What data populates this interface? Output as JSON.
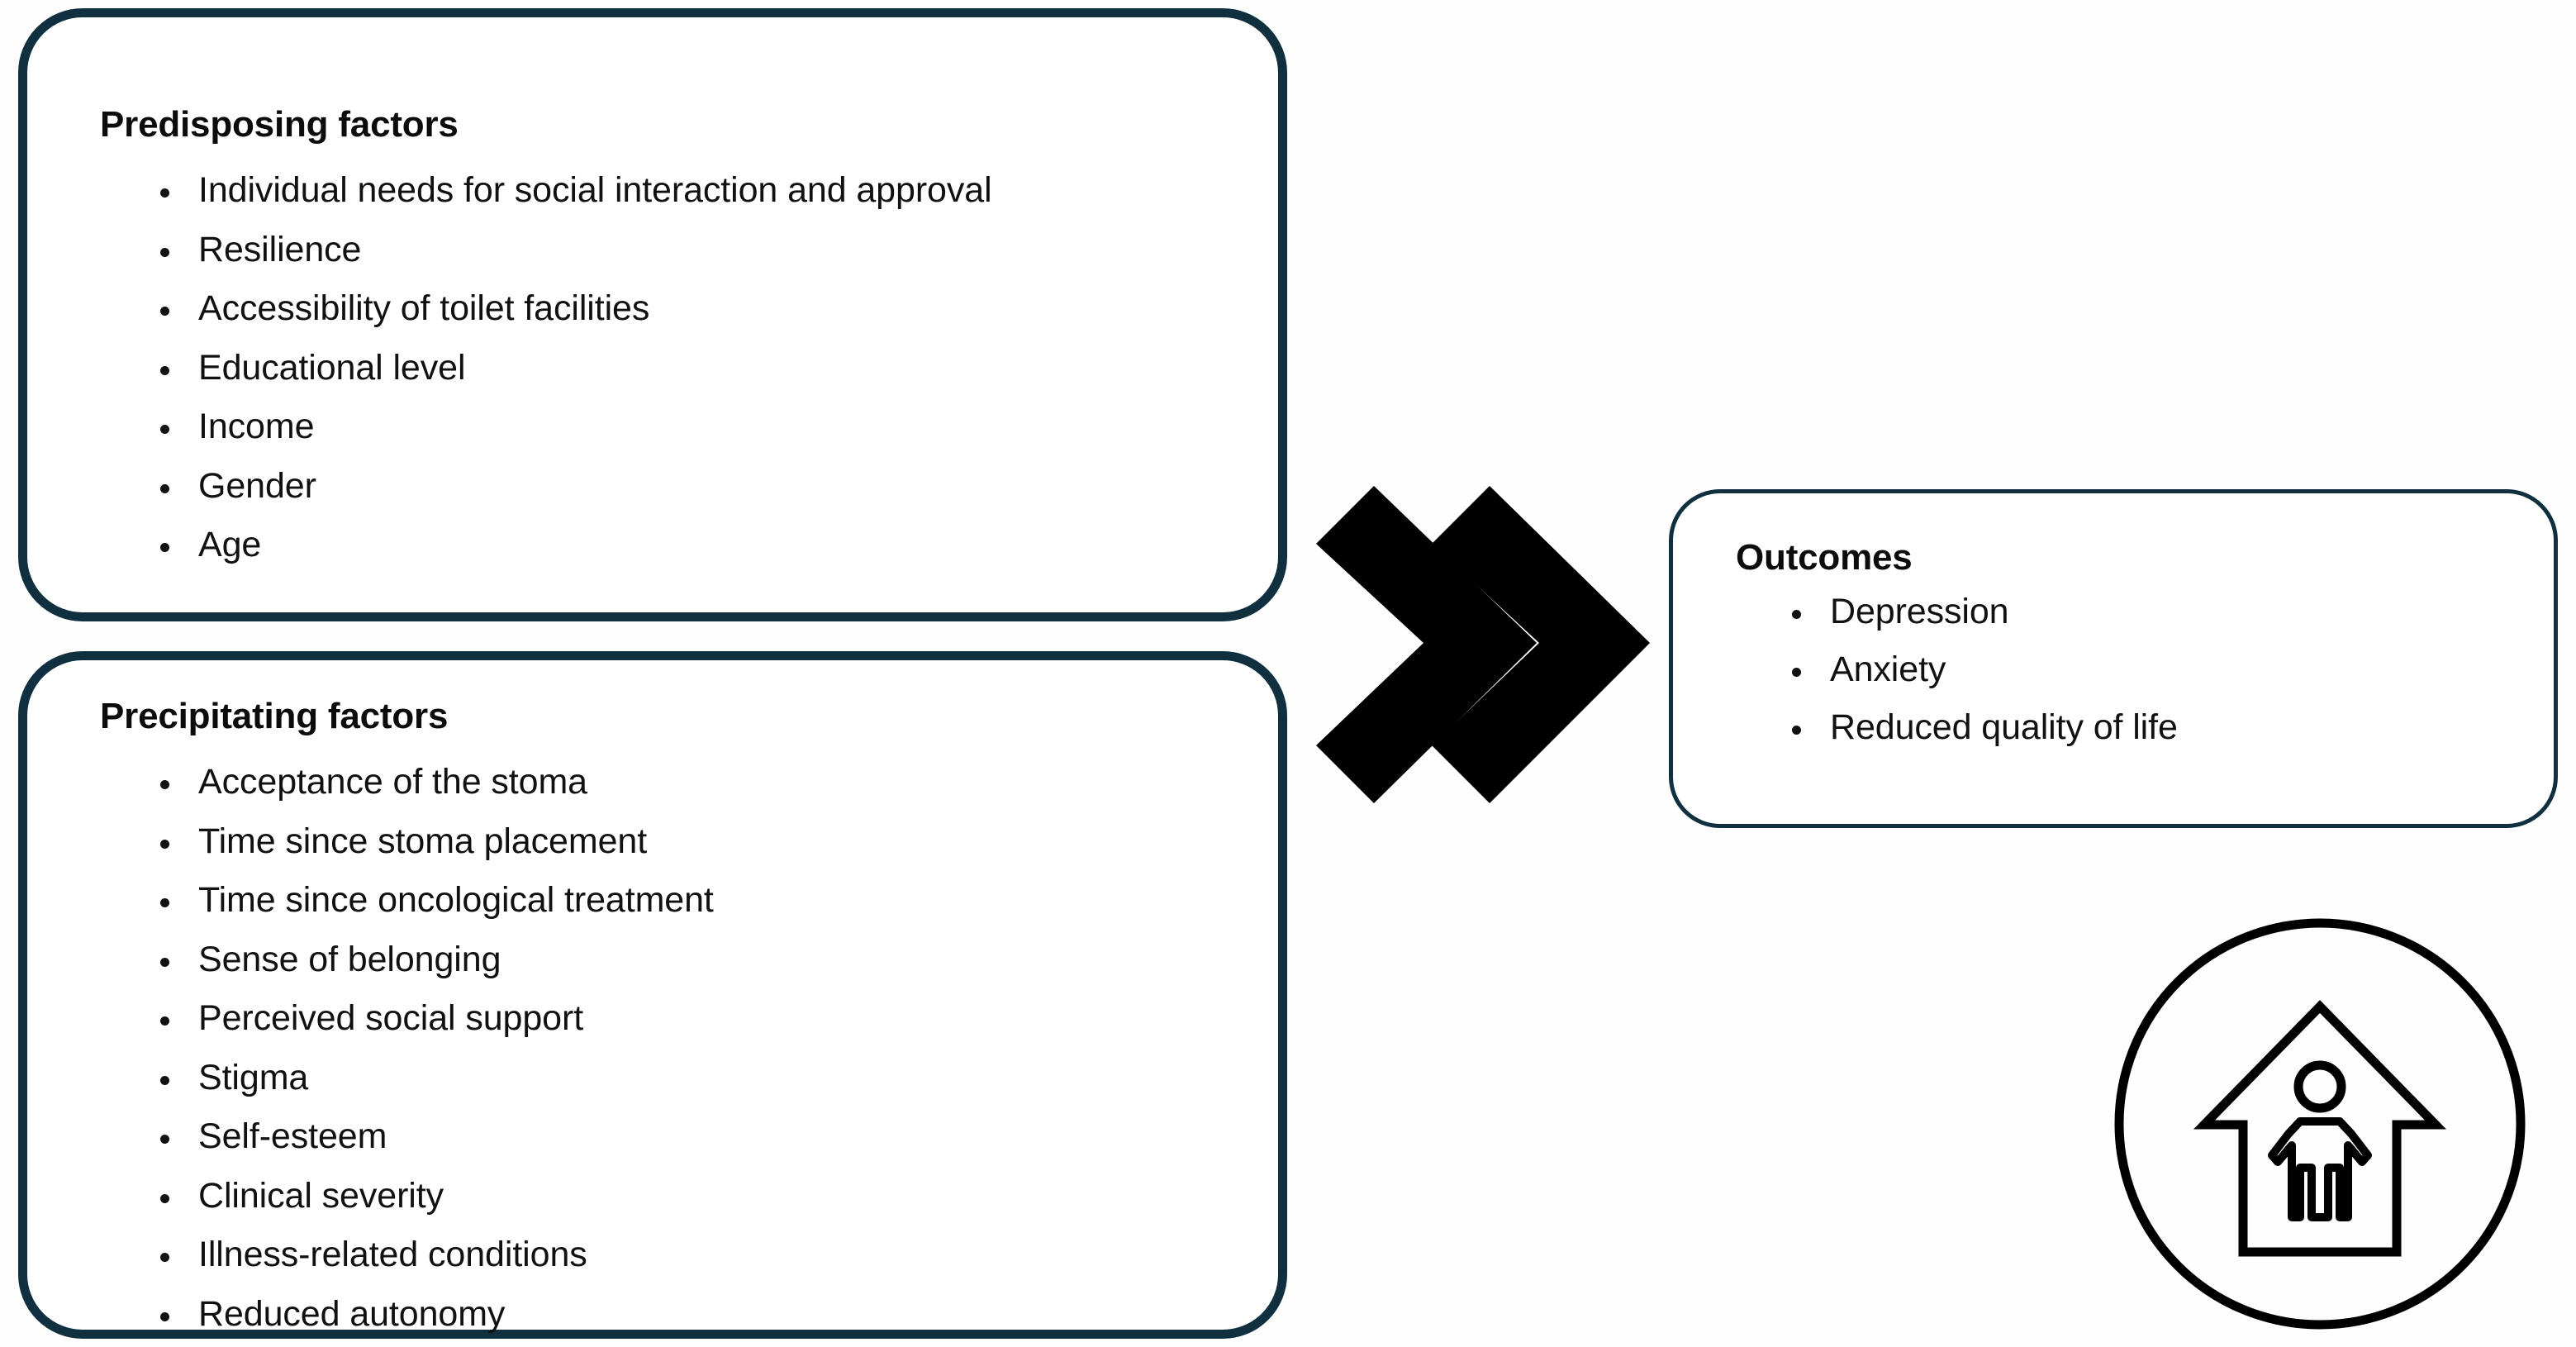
{
  "diagram": {
    "title": "Predisposing and precipitating factors leading to outcomes",
    "colors": {
      "box_border_thick": "#10303f",
      "box_border_thin": "#10303f",
      "arrow": "#000000",
      "icon_stroke": "#000000",
      "text": "#111111",
      "background": "#fefefe"
    }
  },
  "boxes": {
    "predisposing": {
      "heading": "Predisposing factors",
      "items": [
        "Individual needs for social interaction and approval",
        "Resilience",
        "Accessibility of toilet facilities",
        "Educational level",
        "Income",
        "Gender",
        "Age"
      ]
    },
    "precipitating": {
      "heading": "Precipitating factors",
      "items": [
        "Acceptance of the stoma",
        "Time since stoma placement",
        "Time since oncological treatment",
        "Sense of belonging",
        "Perceived social support",
        "Stigma",
        "Self-esteem",
        "Clinical severity",
        "Illness-related conditions",
        "Reduced autonomy"
      ]
    },
    "outcomes": {
      "heading": "Outcomes",
      "items": [
        "Depression",
        "Anxiety",
        "Reduced quality of life"
      ]
    }
  },
  "icons": {
    "arrow": "double-chevron-right-icon",
    "badge": "house-with-person-icon"
  }
}
